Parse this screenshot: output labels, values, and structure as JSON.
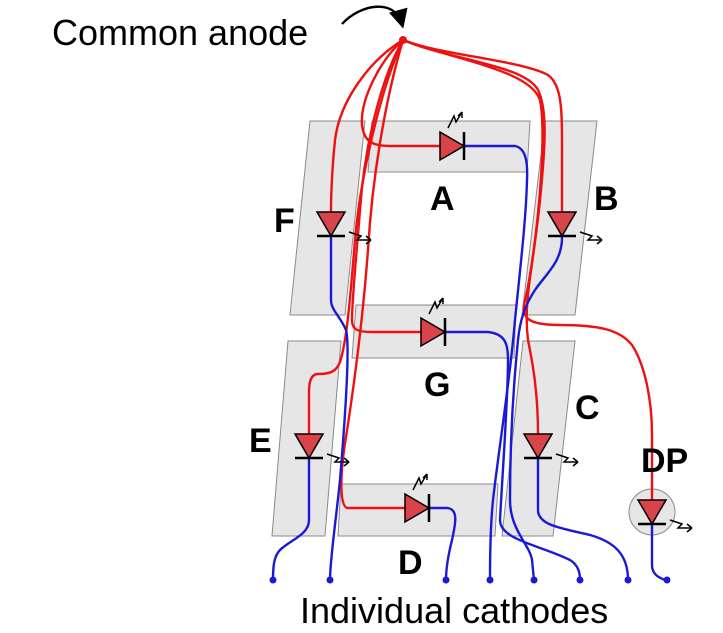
{
  "labels": {
    "common_anode": "Common anode",
    "individual_cathodes": "Individual cathodes"
  },
  "segments": {
    "A": "A",
    "B": "B",
    "C": "C",
    "D": "D",
    "E": "E",
    "F": "F",
    "G": "G",
    "DP": "DP"
  },
  "colors": {
    "anode_wire": "#ee1111",
    "cathode_wire": "#1a1ad6",
    "segment_fill": "#e6e6e6",
    "segment_stroke": "#8a8a8a",
    "diode_fill": "#d9434a"
  }
}
